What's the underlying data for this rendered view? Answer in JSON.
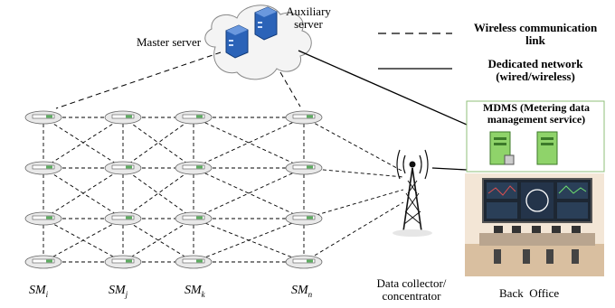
{
  "colors": {
    "line": "#000000",
    "cloud_fill": "#f4f4f4",
    "meter_body": "#e9e9e9",
    "meter_screen": "#5fae62",
    "server_blue": "#2b63b8",
    "server_green": "#8fd36a",
    "panel_green": "#e8f4e0",
    "room_floor": "#d9bfa0"
  },
  "legend": {
    "wireless": "Wireless communication link",
    "dedicated": "Dedicated network (wired/wireless)"
  },
  "servers": {
    "master": "Master server",
    "auxiliary": "Auxiliary server"
  },
  "mdms_label": "MDMS (Metering data management service)",
  "meter_labels": [
    "SM",
    "SM",
    "SM",
    "SM"
  ],
  "meter_subscripts": [
    "i",
    "j",
    "k",
    "n"
  ],
  "collector_label": "Data collector/ concentrator",
  "back_office_label": "Back  Office",
  "icons": [
    "cloud-icon",
    "server-icon",
    "smart-meter-icon",
    "antenna-tower-icon",
    "control-room-icon"
  ]
}
